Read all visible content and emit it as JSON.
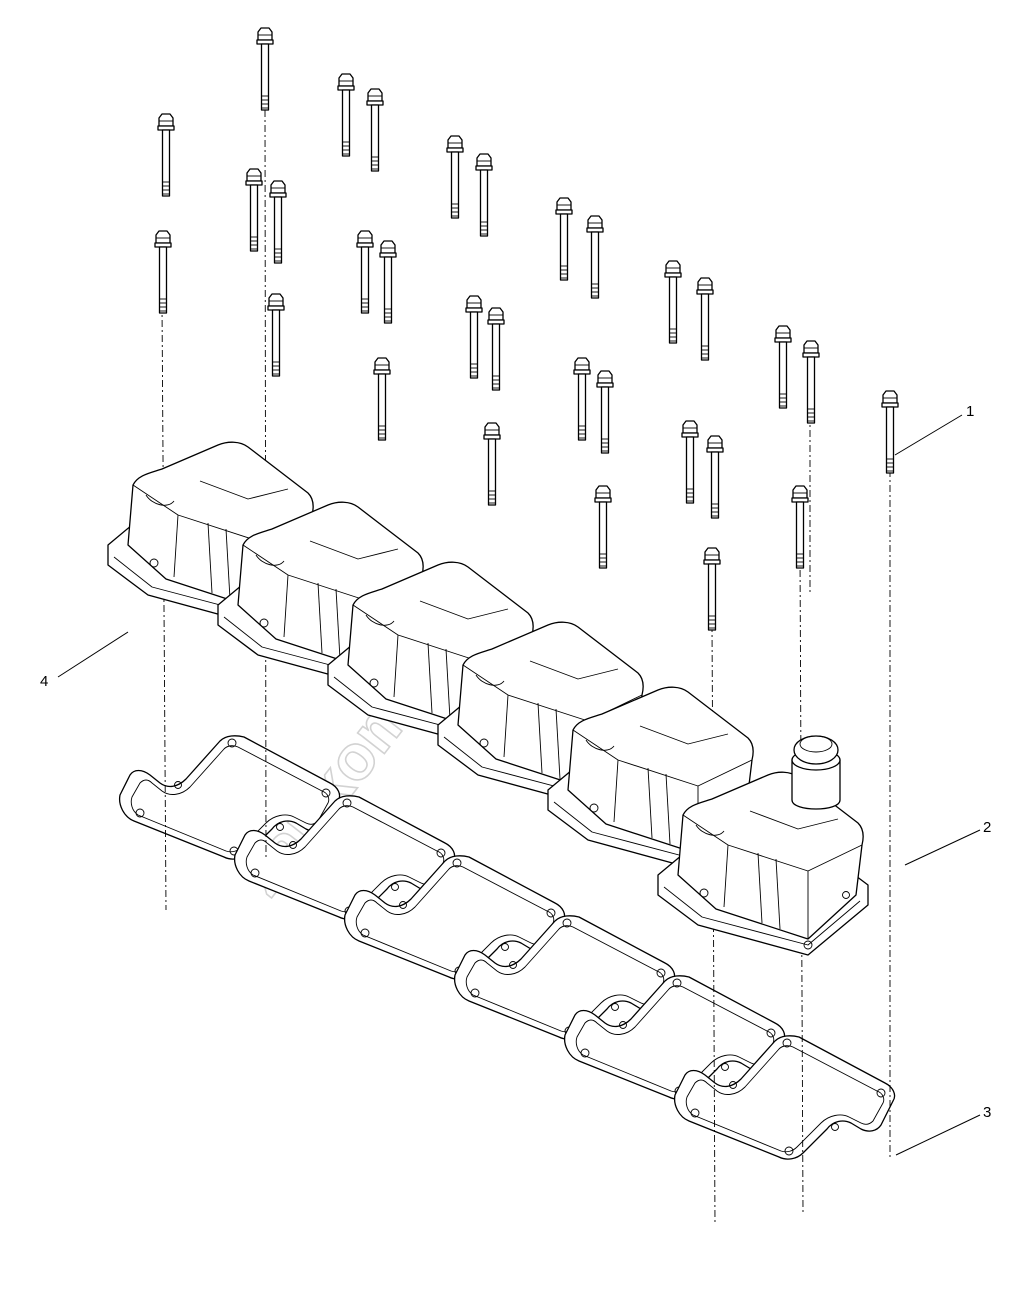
{
  "diagram": {
    "callouts": [
      "1",
      "2",
      "3",
      "4"
    ],
    "watermark": "zapkom.ru"
  }
}
